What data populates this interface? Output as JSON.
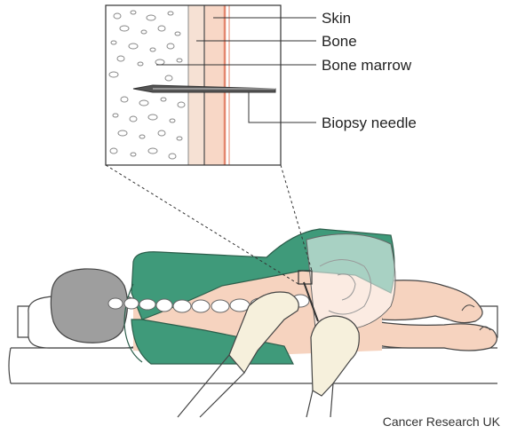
{
  "labels": {
    "skin": "Skin",
    "bone": "Bone",
    "bone_marrow": "Bone marrow",
    "biopsy_needle": "Biopsy needle"
  },
  "credit": "Cancer Research UK",
  "colors": {
    "gown": "#3f9a7a",
    "gown_dark": "#2f7d61",
    "skin": "#f6d3bf",
    "skin_line": "#e3876f",
    "hair": "#9e9e9e",
    "glove": "#f6f0dc",
    "bed": "#ffffff",
    "line": "#333333"
  }
}
